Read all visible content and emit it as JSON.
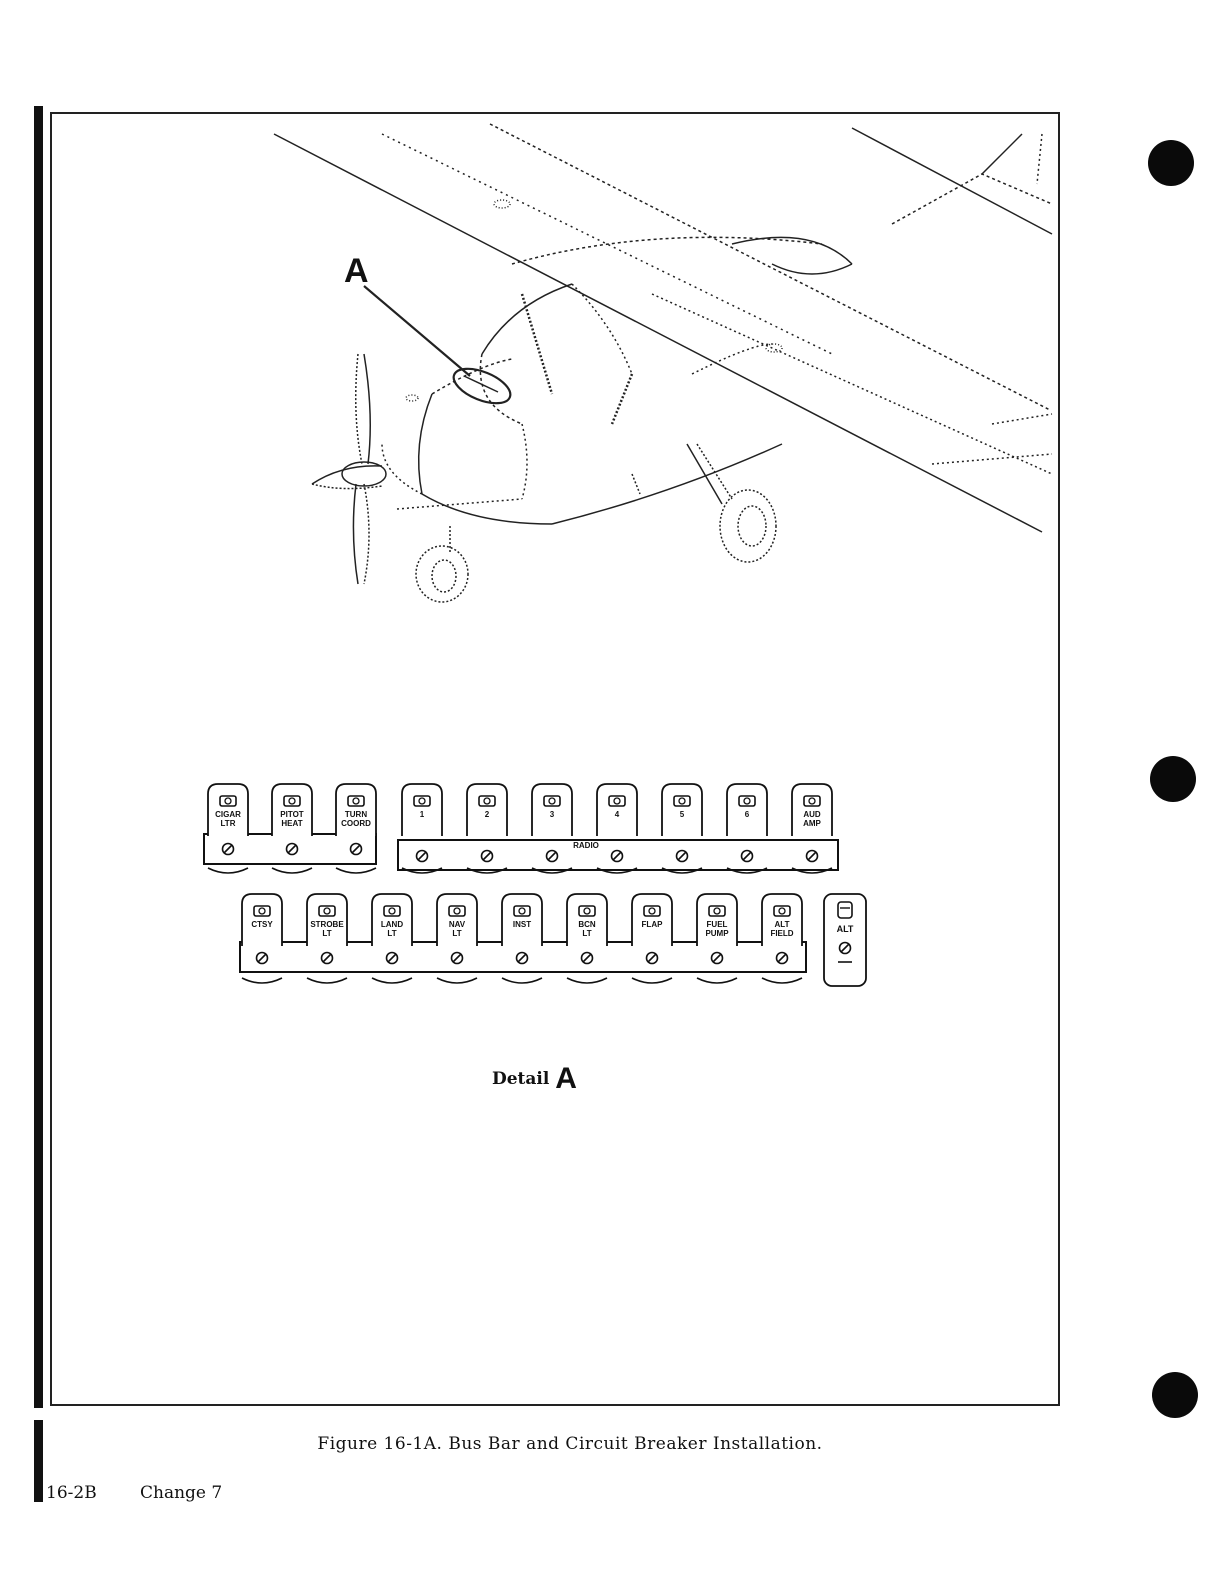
{
  "callout": {
    "label": "A"
  },
  "detail": {
    "prefix": "Detail",
    "letter": "A"
  },
  "breakers": {
    "row1_left": [
      {
        "l1": "CIGAR",
        "l2": "LTR"
      },
      {
        "l1": "PITOT",
        "l2": "HEAT"
      },
      {
        "l1": "TURN",
        "l2": "COORD"
      }
    ],
    "row1_right": [
      {
        "l1": "1",
        "l2": ""
      },
      {
        "l1": "2",
        "l2": ""
      },
      {
        "l1": "3",
        "l2": ""
      },
      {
        "l1": "4",
        "l2": ""
      },
      {
        "l1": "5",
        "l2": ""
      },
      {
        "l1": "6",
        "l2": ""
      },
      {
        "l1": "AUD",
        "l2": "AMP"
      }
    ],
    "radio_label": "RADIO",
    "row2": [
      {
        "l1": "CTSY",
        "l2": ""
      },
      {
        "l1": "STROBE",
        "l2": "LT"
      },
      {
        "l1": "LAND",
        "l2": "LT"
      },
      {
        "l1": "NAV",
        "l2": "LT"
      },
      {
        "l1": "INST",
        "l2": ""
      },
      {
        "l1": "BCN",
        "l2": "LT"
      },
      {
        "l1": "FLAP",
        "l2": ""
      },
      {
        "l1": "FUEL",
        "l2": "PUMP"
      },
      {
        "l1": "ALT",
        "l2": "FIELD"
      }
    ],
    "alt_switch": "ALT"
  },
  "figure_caption": "Figure 16-1A.  Bus Bar and Circuit Breaker Installation.",
  "footer": {
    "page": "16-2B",
    "change": "Change 7"
  }
}
